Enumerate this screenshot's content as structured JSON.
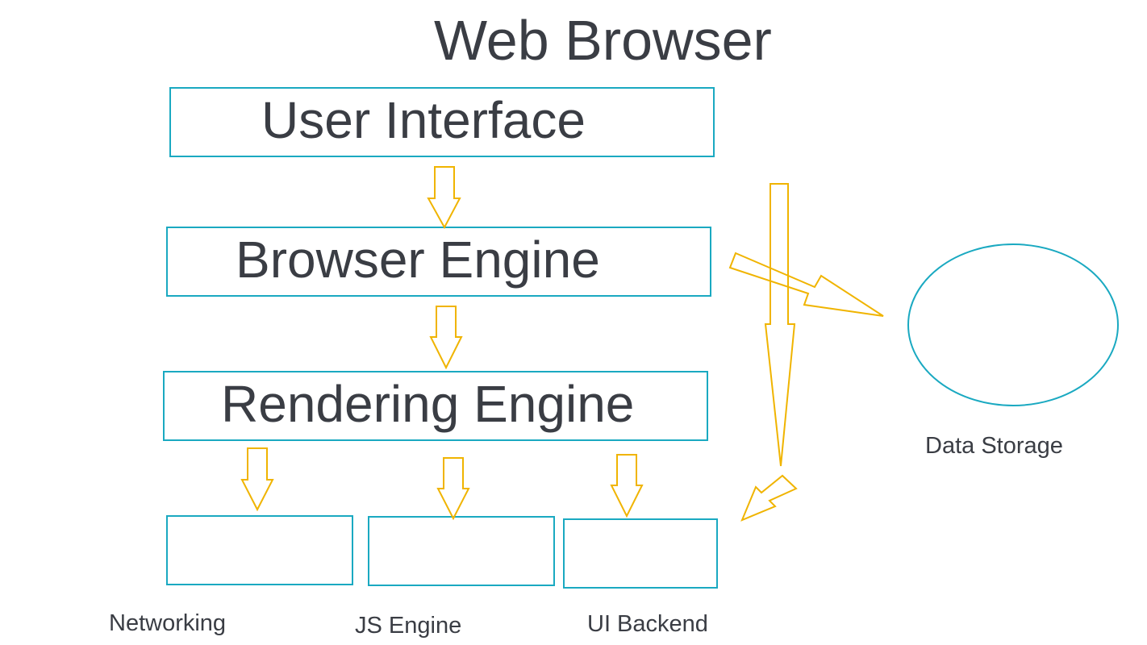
{
  "title": "Web Browser",
  "components": {
    "user_interface": "User Interface",
    "browser_engine": "Browser Engine",
    "rendering_engine": "Rendering Engine",
    "networking": "Networking",
    "js_engine": "JS Engine",
    "ui_backend": "UI Backend",
    "data_storage": "Data Storage"
  },
  "colors": {
    "box_border": "#1aa9c1",
    "arrow": "#f0b400",
    "text": "#3a3d44"
  }
}
